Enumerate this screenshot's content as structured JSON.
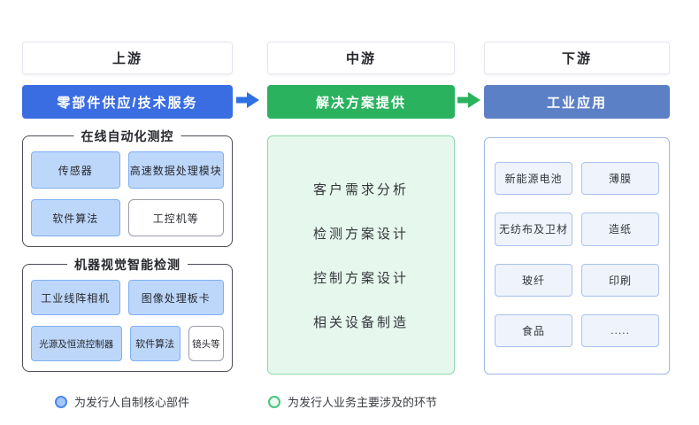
{
  "colors": {
    "banner-blue": "#3A6DE2",
    "banner-green": "#2BB25F",
    "banner-steel": "#5B80C6",
    "item-blue-bg": "#BDD7FA",
    "item-blue-border": "#7EAFF4",
    "group-border": "#4A4E55",
    "white-item-border": "#979CA5",
    "green-panel-bg": "#E6F7ED",
    "green-panel-border": "#8FD8AC",
    "right-panel-border": "#9FB9E6",
    "right-item-bg": "#EEF3FC",
    "right-item-border": "#A9C2EC",
    "header-border": "#E4E7F0",
    "legend-blue-bg": "#A5C6F8",
    "legend-blue-border": "#4C87F0",
    "legend-green-bg": "#EAFAF1",
    "legend-green-border": "#49C57E",
    "arrow-blue": "#2F6FE4",
    "arrow-green": "#2BB25F",
    "text-dark": "#26282D"
  },
  "columns": [
    {
      "header": "上游",
      "banner": "零部件供应/技术服务",
      "groups": [
        {
          "title": "在线自动化测控",
          "items": [
            {
              "label": "传感器",
              "style": "blue"
            },
            {
              "label": "高速数据处理模块",
              "style": "blue"
            },
            {
              "label": "软件算法",
              "style": "blue"
            },
            {
              "label": "工控机等",
              "style": "white"
            }
          ]
        },
        {
          "title": "机器视觉智能检测",
          "items": [
            {
              "label": "工业线阵相机",
              "style": "blue"
            },
            {
              "label": "图像处理板卡",
              "style": "blue"
            },
            {
              "label": "光源及恒流控制器",
              "style": "blue"
            },
            {
              "label": "软件算法",
              "style": "blue"
            },
            {
              "label": "镜头等",
              "style": "white"
            }
          ]
        }
      ]
    },
    {
      "header": "中游",
      "banner": "解决方案提供",
      "steps": [
        "客户需求分析",
        "检测方案设计",
        "控制方案设计",
        "相关设备制造"
      ]
    },
    {
      "header": "下游",
      "banner": "工业应用",
      "applications": [
        "新能源电池",
        "薄膜",
        "无纺布及卫材",
        "造纸",
        "玻纤",
        "印刷",
        "食品",
        "....."
      ]
    }
  ],
  "legend": [
    {
      "label": "为发行人自制核心部件",
      "marker": "blue-circle"
    },
    {
      "label": "为发行人业务主要涉及的环节",
      "marker": "green-circle"
    }
  ]
}
